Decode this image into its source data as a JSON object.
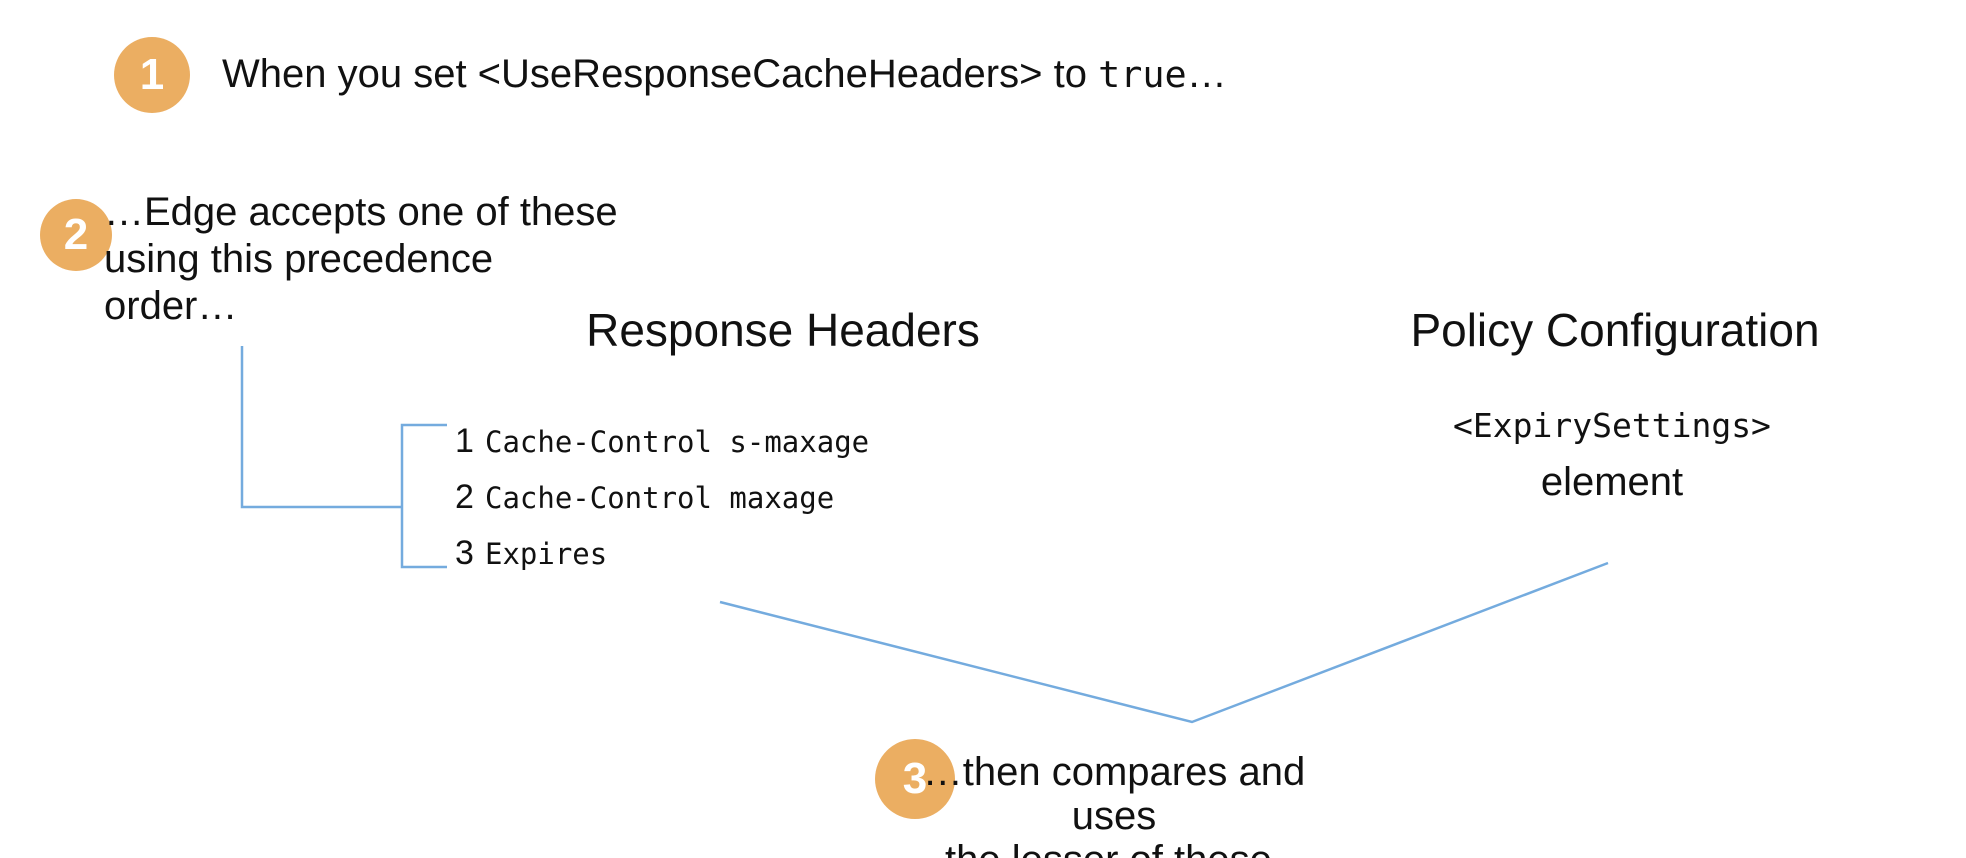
{
  "colors": {
    "accent_orange": "#EBAE62",
    "accent_blue": "#74ABDE",
    "text": "#111111",
    "background": "#FFFFFF"
  },
  "step1": {
    "number": "1",
    "text_before_code": "When you set <UseResponseCacheHeaders> to ",
    "code": "true",
    "text_after_code": "…"
  },
  "step2": {
    "number": "2",
    "lines": [
      "…Edge accepts one of these",
      "using this precedence",
      "order…"
    ]
  },
  "columns": {
    "response_headers": {
      "title": "Response Headers"
    },
    "policy_configuration": {
      "title": "Policy Configuration",
      "code": "<ExpirySettings>",
      "caption": "element"
    }
  },
  "precedence_list": {
    "items": [
      {
        "num": "1",
        "label": "Cache-Control s-maxage"
      },
      {
        "num": "2",
        "label": "Cache-Control maxage"
      },
      {
        "num": "3",
        "label": "Expires"
      }
    ]
  },
  "step3": {
    "number": "3",
    "lines": [
      "…then compares and uses",
      "the lesser of these."
    ]
  }
}
